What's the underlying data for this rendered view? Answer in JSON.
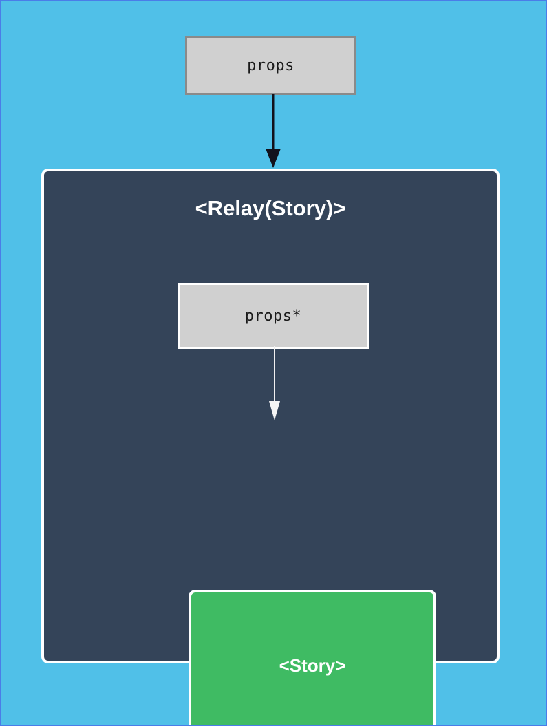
{
  "diagram": {
    "title": "Relay Story container diagram",
    "background_color": "#50c0e8",
    "border_color": "#4a7de8",
    "nodes": {
      "outer_props": {
        "label": "props",
        "fill": "#d0d0d0",
        "stroke": "#8a8a8a"
      },
      "relay_container": {
        "label": "<Relay(Story)>",
        "fill": "#344459",
        "stroke": "#ffffff"
      },
      "inner_props": {
        "label": "props*",
        "fill": "#d0d0d0",
        "stroke": "#ffffff"
      },
      "story": {
        "label": "<Story>",
        "fill": "#3fbb63",
        "stroke": "#ffffff"
      }
    },
    "edges": [
      {
        "name": "props-to-relay",
        "from": "props",
        "to": "<Relay(Story)>",
        "color": "#12121c",
        "style": "solid-filled-arrowhead"
      },
      {
        "name": "inner-props-to-story",
        "from": "props*",
        "to": "<Story>",
        "color": "#f0f0f0",
        "style": "solid-filled-arrowhead"
      }
    ]
  }
}
